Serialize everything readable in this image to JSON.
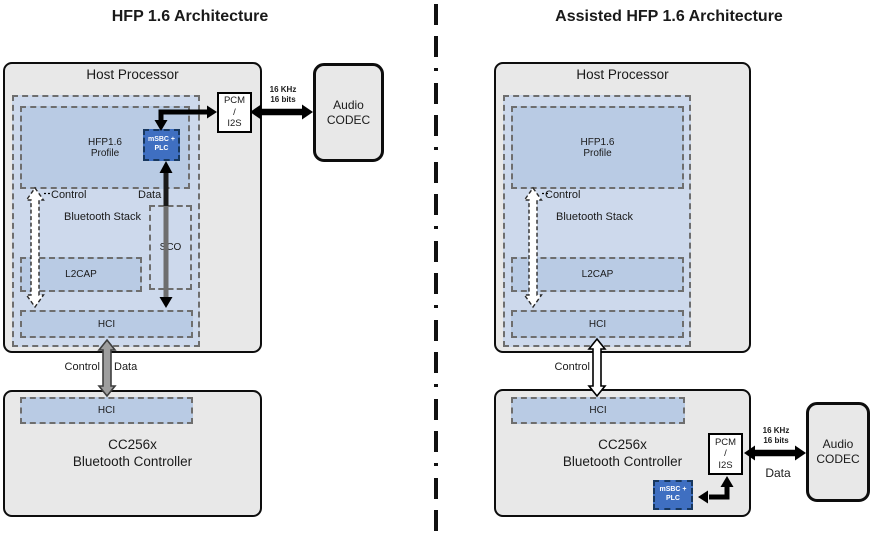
{
  "diagram": {
    "left": {
      "title": "HFP 1.6 Architecture",
      "host_label": "Host Processor",
      "stack_label": "Bluetooth Stack",
      "profile_label": "HFP1.6\nProfile",
      "msbc_label": "mSBC +\nPLC",
      "sco_label": "SCO",
      "l2cap_label": "L2CAP",
      "hci_label": "HCI",
      "control_label": "Control",
      "data_label": "Data",
      "pcm_label": "PCM\n/\nI2S",
      "rate_label": "16 KHz\n16 bits",
      "codec_label": "Audio\nCODEC",
      "link_control_label": "Control",
      "link_data_label": "Data",
      "controller_hci_label": "HCI",
      "controller_name": "CC256x\nBluetooth Controller"
    },
    "right": {
      "title": "Assisted HFP 1.6 Architecture",
      "host_label": "Host Processor",
      "stack_label": "Bluetooth Stack",
      "profile_label": "HFP1.6\nProfile",
      "l2cap_label": "L2CAP",
      "hci_label": "HCI",
      "control_label": "Control",
      "link_control_label": "Control",
      "controller_hci_label": "HCI",
      "controller_name": "CC256x\nBluetooth Controller",
      "pcm_label": "PCM\n/\nI2S",
      "msbc_label": "mSBC +\nPLC",
      "rate_label": "16 KHz\n16 bits",
      "data_label": "Data",
      "codec_label": "Audio\nCODEC"
    },
    "colors": {
      "panel_gray": "#e8e8e8",
      "stack_blue": "#cdd9ec",
      "block_blue": "#b9cbe4",
      "msbc_blue": "#3f6fc1",
      "msbc_border": "#17375e",
      "link_arrow_gray": "#9e9e9e",
      "data_line_gray": "#6e6e6e"
    }
  }
}
